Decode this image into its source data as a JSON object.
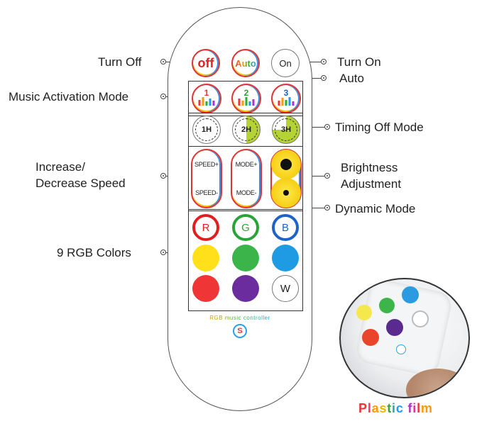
{
  "callouts": {
    "turn_off": "Turn Off",
    "turn_on": "Turn On",
    "auto": "Auto",
    "music_activation_mode": "Music Activation Mode",
    "timing_off_mode": "Timing Off Mode",
    "increase_decrease_speed_line1": "Increase/",
    "increase_decrease_speed_line2": "Decrease Speed",
    "brightness_line1": "Brightness",
    "brightness_line2": "Adjustment",
    "dynamic_mode": "Dynamic Mode",
    "rgb_colors": "9 RGB Colors"
  },
  "remote": {
    "top_buttons": {
      "off": "off",
      "auto": "Auto",
      "on": "On"
    },
    "music_buttons": [
      "1",
      "2",
      "3"
    ],
    "timer_buttons": [
      "1H",
      "2H",
      "3H"
    ],
    "speed_plus": "SPEED+",
    "speed_minus": "SPEED-",
    "mode_plus": "MODE+",
    "mode_minus": "MODE-",
    "color_rings": [
      {
        "label": "R",
        "color": "#e02020"
      },
      {
        "label": "G",
        "color": "#2aa43a"
      },
      {
        "label": "B",
        "color": "#1f63c7"
      }
    ],
    "color_dots": [
      "#ffe01a",
      "#3bb54a",
      "#1f9be3",
      "#ef3535",
      "#6b2c9e"
    ],
    "white_button": "W",
    "brand_text": "RGB music controller"
  },
  "film_caption": "Plastic film"
}
